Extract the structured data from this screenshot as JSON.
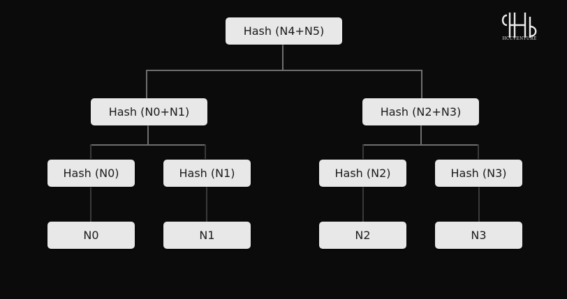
{
  "nodes": {
    "root": "Hash (N4+N5)",
    "left_parent": "Hash (N0+N1)",
    "right_parent": "Hash (N2+N3)",
    "hash_n0": "Hash (N0)",
    "hash_n1": "Hash (N1)",
    "hash_n2": "Hash (N2)",
    "hash_n3": "Hash (N3)",
    "leaf_n0": "N0",
    "leaf_n1": "N1",
    "leaf_n2": "N2",
    "leaf_n3": "N3"
  },
  "logo": {
    "text": "HCCVENTURE"
  },
  "colors": {
    "background": "#0b0b0b",
    "node_fill": "#e8e8e8",
    "node_text": "#1a1a1a",
    "connector": "#6f6f6f"
  }
}
